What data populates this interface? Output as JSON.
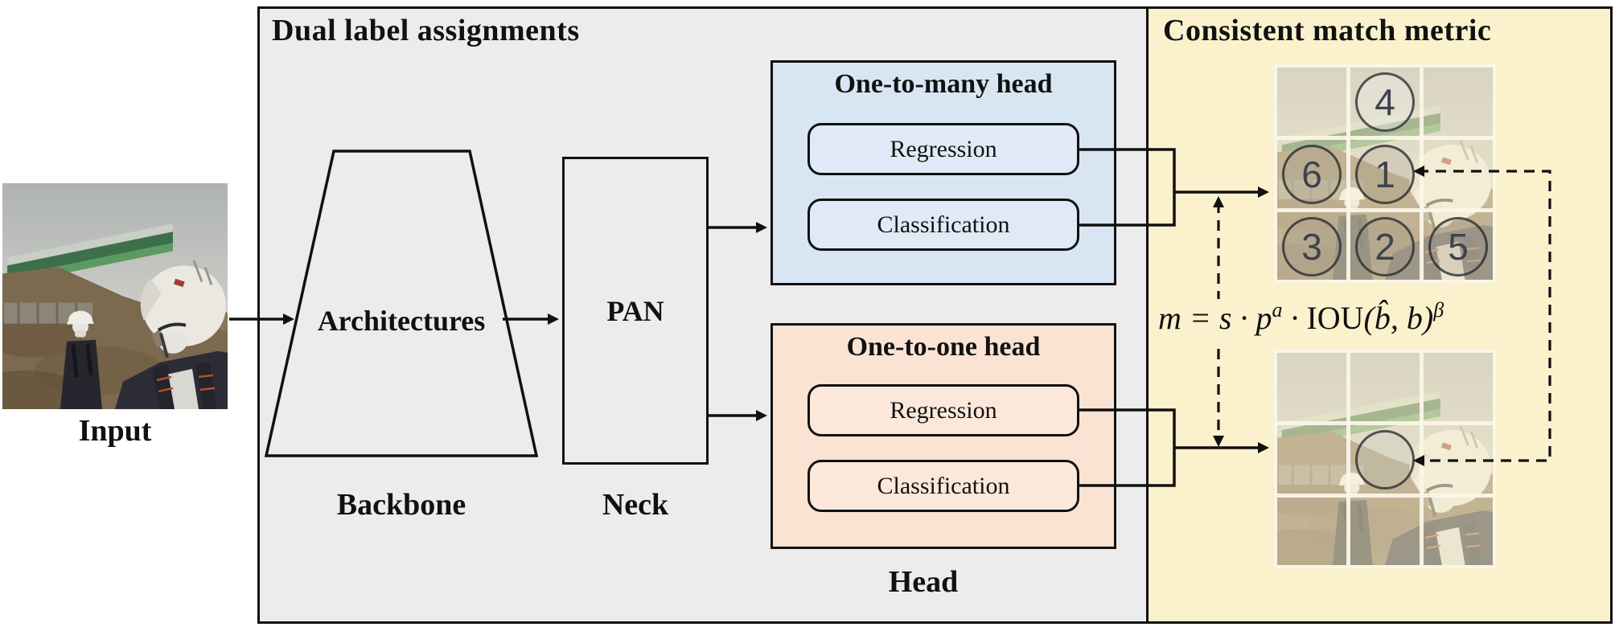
{
  "figure": {
    "input": {
      "caption": "Input"
    },
    "dual_panel": {
      "title": "Dual label assignments",
      "backbone_block": "Architectures",
      "backbone_caption": "Backbone",
      "neck_block": "PAN",
      "neck_caption": "Neck",
      "head_caption": "Head",
      "one_to_many": {
        "title": "One-to-many head",
        "rows": [
          "Regression",
          "Classification"
        ]
      },
      "one_to_one": {
        "title": "One-to-one head",
        "rows": [
          "Regression",
          "Classification"
        ]
      }
    },
    "metric_panel": {
      "title": "Consistent match metric",
      "formula": {
        "f1": "m = s · p",
        "sup1": "a",
        "f2": " · ",
        "f3": "IOU",
        "f4": "(b̂, b)",
        "sup2": "β"
      },
      "top_grid": {
        "circle_labels": [
          "4",
          "6",
          "1",
          "3",
          "2",
          "5"
        ]
      },
      "bottom_grid": {
        "circle_labels": [
          ""
        ]
      }
    },
    "colors": {
      "dual_panel_bg": "#ececec",
      "metric_panel_bg": "#fbf1cc",
      "one_to_many_bg": "#d8e6f3",
      "one_to_one_bg": "#fbe3d4",
      "line": "#111111"
    }
  }
}
